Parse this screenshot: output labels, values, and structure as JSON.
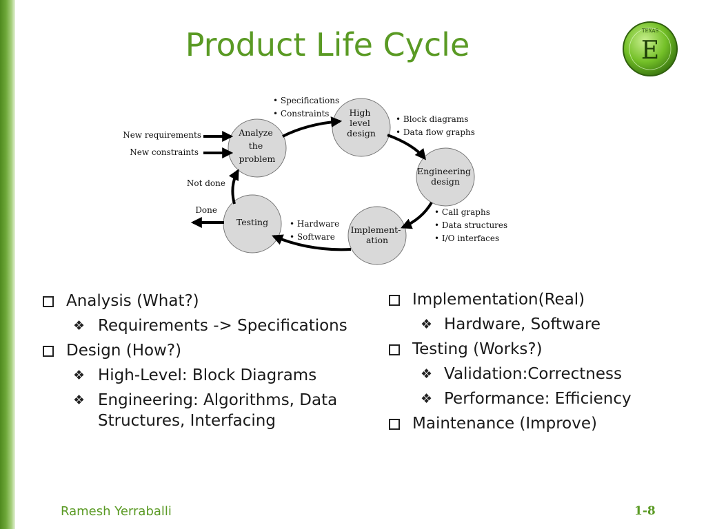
{
  "slide": {
    "title": "Product Life Cycle",
    "author": "Ramesh Yerraballi",
    "page_number": "1-8"
  },
  "logo": {
    "letter": "E",
    "text": "TEXAS"
  },
  "diagram": {
    "nodes": {
      "analyze": [
        "Analyze",
        "the",
        "problem"
      ],
      "high_level": [
        "High",
        "level",
        "design"
      ],
      "engineering": [
        "Engineering",
        "design"
      ],
      "implementation": [
        "Implement-",
        "ation"
      ],
      "testing": [
        "Testing"
      ]
    },
    "inputs": [
      "New requirements",
      "New constraints"
    ],
    "outcomes": {
      "not_done": "Not done",
      "done": "Done"
    },
    "annotations": {
      "spec": [
        "• Specifications",
        "• Constraints"
      ],
      "high": [
        "• Block diagrams",
        "• Data flow graphs"
      ],
      "eng": [
        "• Call graphs",
        "• Data structures",
        "• I/O interfaces"
      ],
      "impl": [
        "• Hardware",
        "• Software"
      ]
    }
  },
  "bullets": {
    "left": [
      {
        "level": 1,
        "text": "Analysis (What?)"
      },
      {
        "level": 2,
        "text": "Requirements -> Specifications"
      },
      {
        "level": 1,
        "text": "Design (How?)"
      },
      {
        "level": 2,
        "text": "High-Level: Block Diagrams"
      },
      {
        "level": 2,
        "text": "Engineering: Algorithms, Data Structures, Interfacing"
      }
    ],
    "right": [
      {
        "level": 1,
        "text": "Implementation(Real)"
      },
      {
        "level": 2,
        "text": "Hardware, Software"
      },
      {
        "level": 1,
        "text": "Testing (Works?)"
      },
      {
        "level": 2,
        "text": "Validation:Correctness"
      },
      {
        "level": 2,
        "text": "Performance: Efficiency"
      },
      {
        "level": 1,
        "text": "Maintenance (Improve)"
      }
    ]
  },
  "colors": {
    "accent": "#5a9a24",
    "node_fill": "#d9d9d9"
  }
}
